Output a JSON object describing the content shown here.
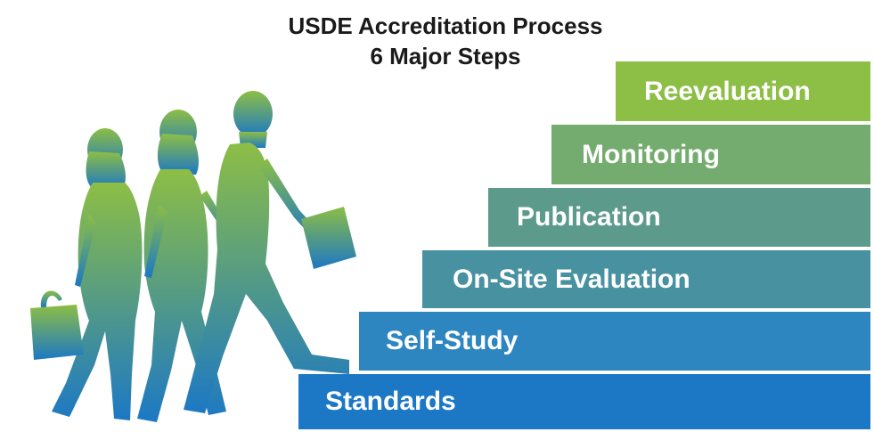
{
  "title": {
    "line1": "USDE Accreditation Process",
    "line2": "6 Major Steps"
  },
  "steps": [
    {
      "label": "Standards",
      "color": "#1c78c4"
    },
    {
      "label": "Self-Study",
      "color": "#2d86c0"
    },
    {
      "label": "On-Site Evaluation",
      "color": "#4791a0"
    },
    {
      "label": "Publication",
      "color": "#5c9a8c"
    },
    {
      "label": "Monitoring",
      "color": "#73ac6e"
    },
    {
      "label": "Reevaluation",
      "color": "#8dbe45"
    }
  ],
  "figures": {
    "gradient_top": "#8dbe45",
    "gradient_bottom": "#1c78c4",
    "icon": "walking-people-silhouette-icon"
  }
}
